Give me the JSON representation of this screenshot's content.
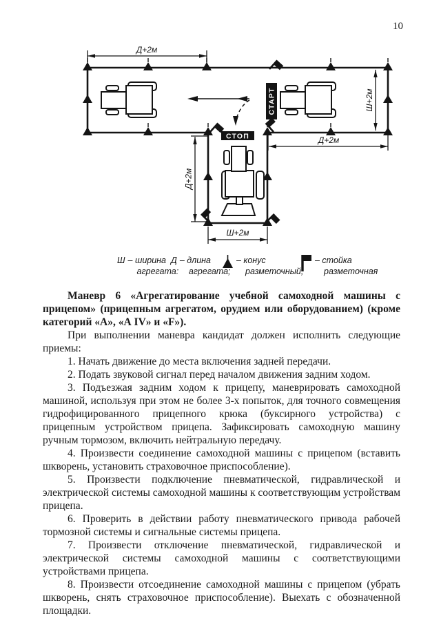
{
  "page": {
    "number": "10"
  },
  "diagram": {
    "start_label": "СТАРТ",
    "stop_label": "СТОП",
    "dims": {
      "top": "Д+2м",
      "right_width": "Ш+2м",
      "right_length": "Д+2м",
      "stem_length": "Д+2м",
      "stem_width": "Ш+2м"
    },
    "legend": [
      {
        "symbol": "Ш",
        "line1": "– ширина",
        "line2": "агрегата:"
      },
      {
        "symbol": "Д",
        "line1": "– длина",
        "line2": "агрегата;"
      },
      {
        "symbol": "cone-icon",
        "line1": "– конус",
        "line2": "разметочный;"
      },
      {
        "symbol": "flag-icon",
        "line1": "– стойка",
        "line2": "разметочная"
      }
    ]
  },
  "content": {
    "heading": "Маневр 6 «Агрегатирование учебной самоходной машины с прицепом» (прицепным агрегатом, орудием или оборудованием) (кроме категорий «А», «А IV» и «F»).",
    "intro": "При выполнении маневра кандидат должен исполнить следующие приемы:",
    "items": [
      "1. Начать движение до места включения задней передачи.",
      "2. Подать звуковой сигнал перед началом движения задним ходом.",
      "3. Подъезжая задним ходом к прицепу, маневрировать самоходной машиной, используя при этом не более 3-х попыток, для точного совмещения гидрофицированного прицепного крюка (буксирного устройства) с прицепным устройством прицепа. Зафиксировать самоходную машину ручным тормозом, включить нейтральную передачу.",
      "4. Произвести соединение самоходной машины с прицепом (вставить шкворень, установить страховочное приспособление).",
      "5. Произвести подключение пневматической, гидравлической и электрической системы самоходной машины к соответствующим устройствам прицепа.",
      "6. Проверить в действии работу пневматического привода рабочей тормозной системы и сигнальные системы прицепа.",
      "7. Произвести отключение пневматической, гидравлической и электрической системы самоходной машины с соответствующими устройствами прицепа.",
      "8. Произвести отсоединение самоходной машины с прицепом (убрать шкворень, снять страховочное приспособление). Выехать с обозначенной площадки."
    ]
  }
}
